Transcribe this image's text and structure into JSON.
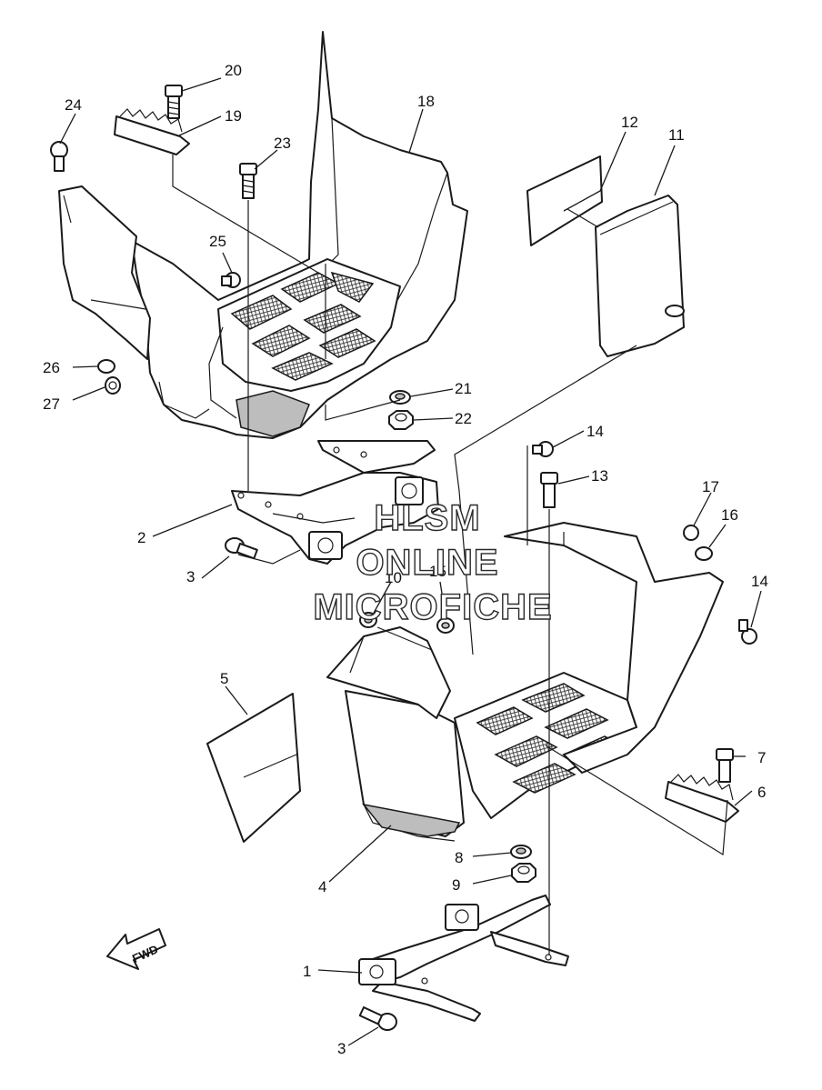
{
  "callouts": {
    "c1": "1",
    "c2": "2",
    "c3a": "3",
    "c3b": "3",
    "c4": "4",
    "c5": "5",
    "c6": "6",
    "c7": "7",
    "c8": "8",
    "c9": "9",
    "c10": "10",
    "c11": "11",
    "c12": "12",
    "c13": "13",
    "c14a": "14",
    "c14b": "14",
    "c15": "15",
    "c16": "16",
    "c17": "17",
    "c18": "18",
    "c19": "19",
    "c20": "20",
    "c21": "21",
    "c22": "22",
    "c23": "23",
    "c24": "24",
    "c25": "25",
    "c26": "26",
    "c27": "27"
  },
  "watermark": {
    "line1": "HLSM",
    "line2": "ONLINE",
    "line3": "MICROFICHE"
  },
  "direction": {
    "label": "FWD"
  },
  "colors": {
    "line": "#1a1a1a",
    "background": "#ffffff",
    "shade": "#bdbdbd"
  }
}
